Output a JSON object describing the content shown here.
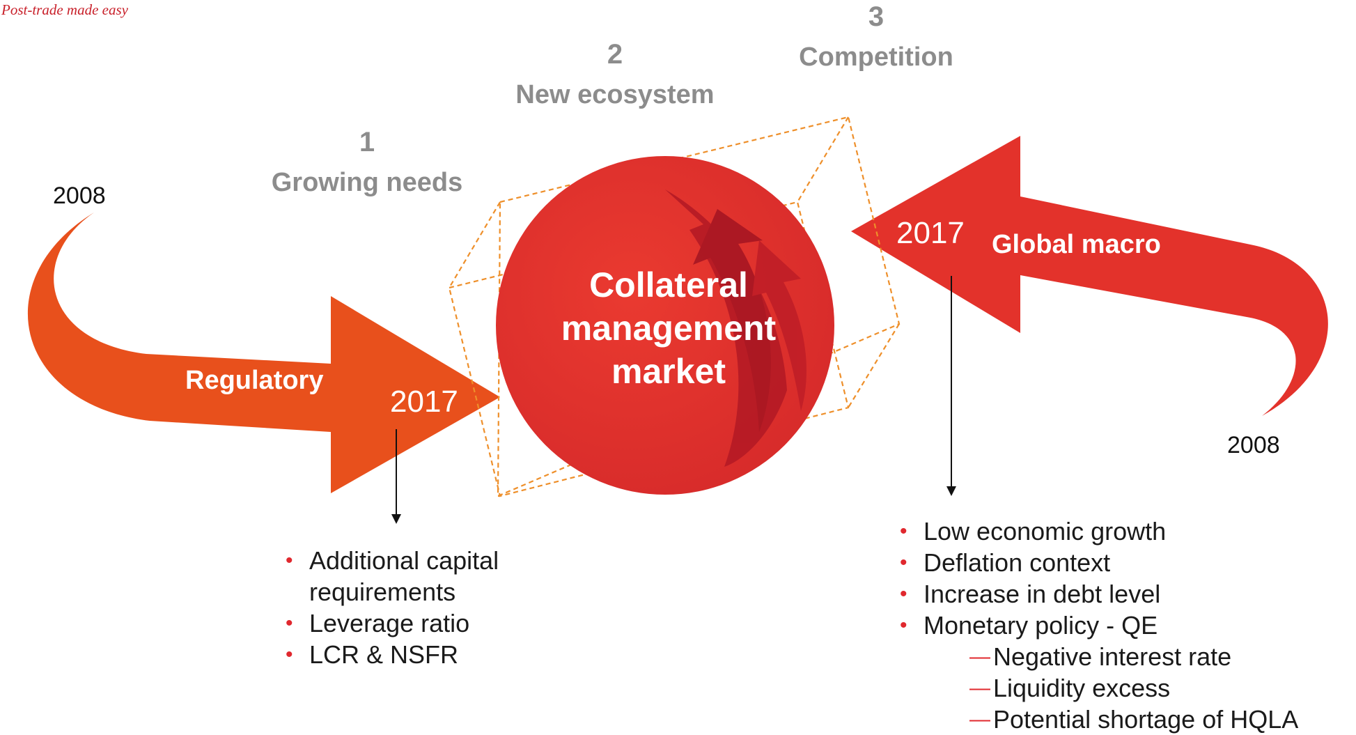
{
  "tagline": "Post-trade made easy",
  "steps": [
    {
      "number": "1",
      "label": "Growing needs"
    },
    {
      "number": "2",
      "label": "New ecosystem"
    },
    {
      "number": "3",
      "label": "Competition"
    }
  ],
  "center": {
    "label": "Collateral management market"
  },
  "left_arrow": {
    "label": "Regulatory",
    "start_year": "2008",
    "end_year": "2017",
    "bullets": [
      "Additional capital requirements",
      "Leverage ratio",
      "LCR & NSFR"
    ]
  },
  "right_arrow": {
    "label": "Global macro",
    "start_year": "2008",
    "end_year": "2017",
    "bullets": [
      "Low economic growth",
      "Deflation context",
      "Increase in debt level",
      "Monetary policy - QE"
    ],
    "sub_bullets": [
      "Negative interest rate",
      "Liquidity excess",
      "Potential shortage of HQLA"
    ]
  },
  "colors": {
    "regulatory_arrow": "#e8501c",
    "macro_arrow": "#e3322b",
    "sphere": "#e0302c",
    "sphere_dark": "#b51a25",
    "cube_dashes": "#ee8f2a",
    "step_text": "#8c8c8c",
    "bullet_marker": "#e0282e"
  }
}
